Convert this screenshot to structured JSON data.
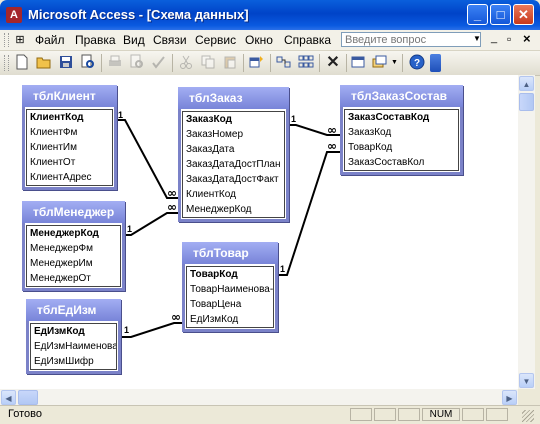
{
  "window": {
    "app_icon_letter": "A",
    "title": "Microsoft Access - [Схема данных]",
    "minimize": "_",
    "maximize": "□",
    "close": "✕"
  },
  "menu": {
    "items": [
      "Файл",
      "Правка",
      "Вид",
      "Связи",
      "Сервис",
      "Окно",
      "Справка"
    ],
    "ask_placeholder": "Введите вопрос",
    "doc_minimize": "_",
    "doc_restore": "▫",
    "doc_close": "×"
  },
  "tables": [
    {
      "name": "тблКлиент",
      "fields": [
        {
          "label": "КлиентКод",
          "key": true
        },
        {
          "label": "КлиентФм"
        },
        {
          "label": "КлиентИм"
        },
        {
          "label": "КлиентОт"
        },
        {
          "label": "КлиентАдрес"
        }
      ]
    },
    {
      "name": "тблЗаказ",
      "fields": [
        {
          "label": "ЗаказКод",
          "key": true
        },
        {
          "label": "ЗаказНомер"
        },
        {
          "label": "ЗаказДата"
        },
        {
          "label": "ЗаказДатаДостПлан"
        },
        {
          "label": "ЗаказДатаДостФакт"
        },
        {
          "label": "КлиентКод"
        },
        {
          "label": "МенеджерКод"
        }
      ]
    },
    {
      "name": "тблЗаказСостав",
      "fields": [
        {
          "label": "ЗаказСоставКод",
          "key": true
        },
        {
          "label": "ЗаказКод"
        },
        {
          "label": "ТоварКод"
        },
        {
          "label": "ЗаказСоставКол"
        }
      ]
    },
    {
      "name": "тблМенеджер",
      "fields": [
        {
          "label": "МенеджерКод",
          "key": true
        },
        {
          "label": "МенеджерФм"
        },
        {
          "label": "МенеджерИм"
        },
        {
          "label": "МенеджерОт"
        }
      ]
    },
    {
      "name": "тблТовар",
      "fields": [
        {
          "label": "ТоварКод",
          "key": true
        },
        {
          "label": "ТоварНаименова-"
        },
        {
          "label": "ТоварЦена"
        },
        {
          "label": "ЕдИзмКод"
        }
      ]
    },
    {
      "name": "тблЕдИзм",
      "fields": [
        {
          "label": "ЕдИзмКод",
          "key": true
        },
        {
          "label": "ЕдИзмНаименова-"
        },
        {
          "label": "ЕдИзмШифр"
        }
      ]
    }
  ],
  "relations": [
    {
      "from": "тблКлиент.КлиентКод",
      "to": "тблЗаказ.КлиентКод",
      "from_label": "1",
      "to_label": "∞"
    },
    {
      "from": "тблМенеджер.МенеджерКод",
      "to": "тблЗаказ.МенеджерКод",
      "from_label": "1",
      "to_label": "∞"
    },
    {
      "from": "тблЗаказ.ЗаказКод",
      "to": "тблЗаказСостав.ЗаказКод",
      "from_label": "1",
      "to_label": "∞"
    },
    {
      "from": "тблТовар.ТоварКод",
      "to": "тблЗаказСостав.ТоварКод",
      "from_label": "1",
      "to_label": "∞"
    },
    {
      "from": "тблЕдИзм.ЕдИзмКод",
      "to": "тблТовар.ЕдИзмКод",
      "from_label": "1",
      "to_label": "∞"
    }
  ],
  "status": {
    "text": "Готово",
    "num": "NUM"
  },
  "colors": {
    "titlebar": "#0a5fdc",
    "table_header": "#7884d8",
    "table_border": "#7b82c8"
  }
}
